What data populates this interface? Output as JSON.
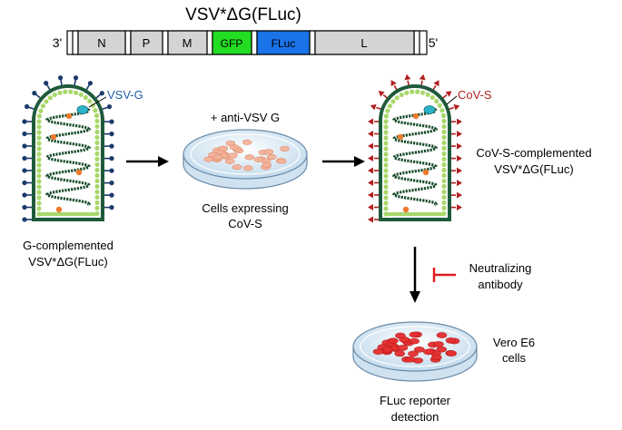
{
  "colors": {
    "gene_fill": "#d4d4d4",
    "gfp": "#22dd22",
    "fluc": "#1a73e8",
    "vsvg_label": "#1f5fa5",
    "vsvg_spike": "#1b3a6b",
    "covs": "#b01e1e",
    "envelope_dark": "#1f5a3a",
    "envelope_light": "#a8d86a",
    "coil": "#1a4d2e",
    "dot_orange": "#ee7a2e",
    "dot_cyan": "#2bb3c8",
    "dish_light": "#e9f3fa",
    "dish_outline": "#6a8aa8",
    "cell_infected_light": "#f4b39a",
    "cell_infected_red": "#e62e2e",
    "inhibit": "#e21b1b"
  },
  "genome": {
    "title": "VSV*ΔG(FLuc)",
    "end_left": "3'",
    "end_right": "5'",
    "genes": [
      "N",
      "P",
      "M",
      "GFP",
      "FLuc",
      "L"
    ]
  },
  "virus_left": {
    "spike_label": "VSV-G",
    "caption_line1": "G-complemented",
    "caption_line2": "VSV*ΔG(FLuc)"
  },
  "dish_middle": {
    "top_label": "+ anti-VSV G",
    "caption_line1": "Cells expressing",
    "caption_line2": "CoV-S"
  },
  "virus_right": {
    "spike_label": "CoV-S",
    "caption_line1": "CoV-S-complemented",
    "caption_line2": "VSV*ΔG(FLuc)"
  },
  "inhibitor": {
    "line1": "Neutralizing",
    "line2": "antibody"
  },
  "dish_bottom": {
    "side_line1": "Vero E6",
    "side_line2": "cells",
    "caption_line1": "FLuc reporter",
    "caption_line2": "detection"
  }
}
